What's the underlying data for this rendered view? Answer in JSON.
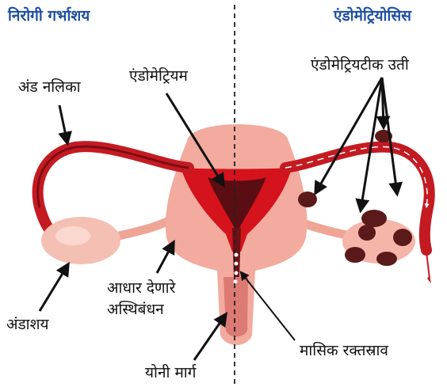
{
  "headings": {
    "left": "निरोगी गर्भाशय",
    "right": "एंडोमेट्रियोसिस"
  },
  "labels": {
    "fallopian_tube": "अंड नलिका",
    "endometrium": "एंडोमेट्रियम",
    "endometriotic_tissue": "एंडोमेट्रियटीक उती",
    "ovary": "अंडाशय",
    "supporting_ligament_line1": "आधार देणारे",
    "supporting_ligament_line2": "अस्थिबंधन",
    "menstrual_flow": "मासिक रक्तस्राव",
    "vagina": "योनी मार्ग"
  },
  "colors": {
    "heading": "#1f4fa3",
    "tissue_pink": "#f1a99c",
    "tube_red": "#b3121b",
    "lesion_dark": "#5e1d1d",
    "divider": "#222222"
  }
}
